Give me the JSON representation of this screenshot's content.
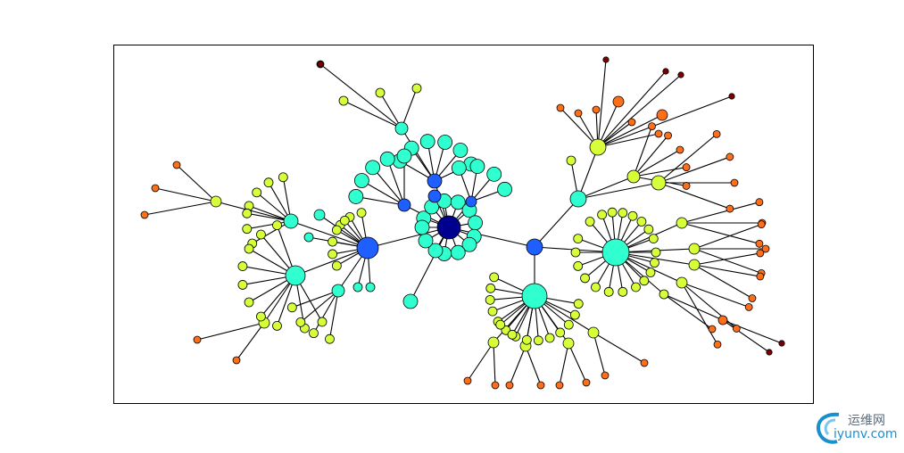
{
  "graph": {
    "edge_color": "#000000",
    "node_stroke": "#000000",
    "colormap": "jet",
    "root": "n0"
  },
  "watermark": {
    "cn_text": "运维网",
    "en_text": "iyunv.com",
    "color_primary": "#1a8fd0",
    "color_secondary": "#5a6a7a"
  }
}
